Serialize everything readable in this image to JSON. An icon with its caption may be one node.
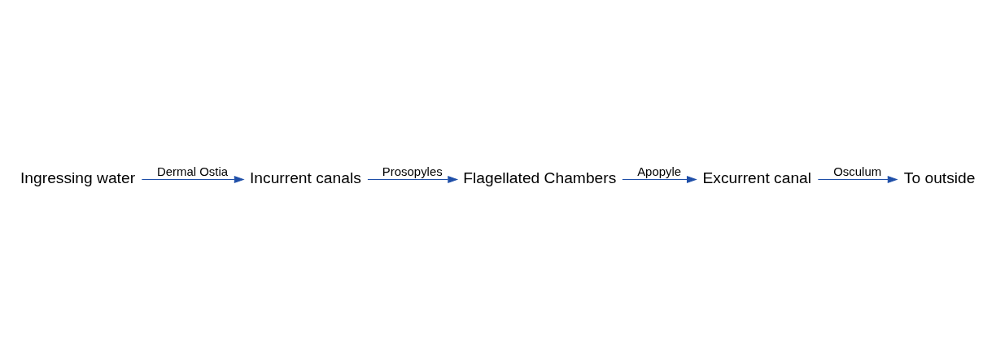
{
  "diagram": {
    "nodes": [
      {
        "text": [
          "Ingressing water"
        ]
      },
      {
        "text": [
          "Incurrent canals"
        ]
      },
      {
        "text": [
          "Flagellated Chambers"
        ]
      },
      {
        "text": [
          "Excurrent canal"
        ]
      },
      {
        "text": [
          "To outside"
        ]
      }
    ],
    "edges": [
      {
        "from": 0,
        "to": 1,
        "arrow": "to",
        "label": "Dermal Ostia"
      },
      {
        "from": 1,
        "to": 2,
        "arrow": "to",
        "label": "Prosopyles"
      },
      {
        "from": 2,
        "to": 3,
        "arrow": "to",
        "label": "Apopyle"
      },
      {
        "from": 3,
        "to": 4,
        "arrow": "to",
        "label": "Osculum"
      }
    ]
  }
}
